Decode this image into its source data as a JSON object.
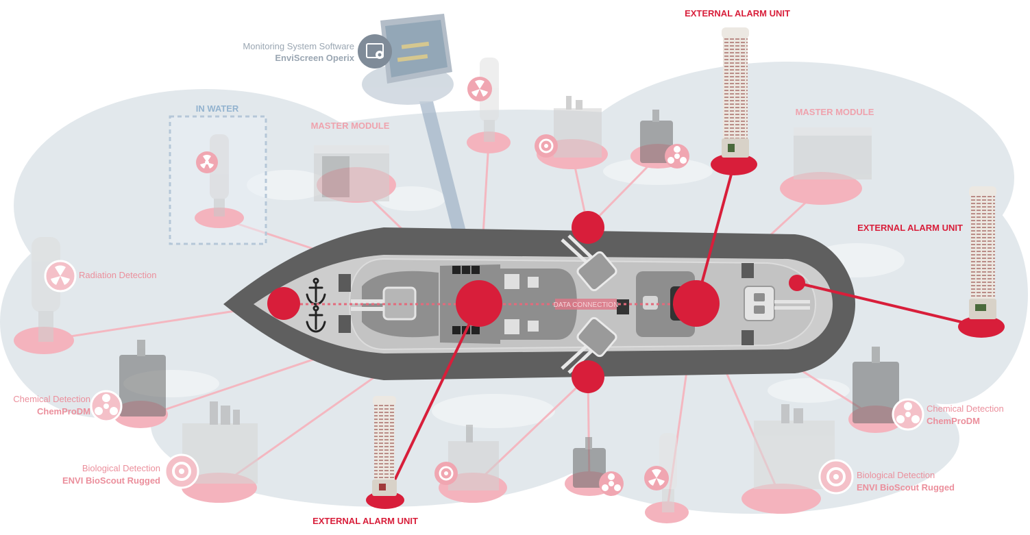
{
  "labels": {
    "external_alarm_top": "EXTERNAL ALARM UNIT",
    "external_alarm_right": "EXTERNAL ALARM UNIT",
    "external_alarm_bottom": "EXTERNAL ALARM UNIT",
    "master_module_left": "MASTER MODULE",
    "master_module_right": "MASTER MODULE",
    "in_water": "IN WATER",
    "monitoring_software_line1": "Monitoring System Software",
    "monitoring_software_line2": "EnviScreen Operix",
    "radiation_detection": "Radiation Detection",
    "chemical_left_line1": "Chemical Detection",
    "chemical_left_line2": "ChemProDM",
    "biological_left_line1": "Biological Detection",
    "biological_left_line2": "ENVI BioScout Rugged",
    "chemical_right_line1": "Chemical Detection",
    "chemical_right_line2": "ChemProDM",
    "biological_right_line1": "Biological Detection",
    "biological_right_line2": "ENVI BioScout Rugged",
    "data_connection": "DATA CONNECTION"
  },
  "colors": {
    "accent_red": "#d81e3a",
    "faded_pink": "#f4b3bd",
    "hull_dark": "#5b5b5b",
    "deck_grey": "#c9c9c9",
    "sea": "#dfe6ea"
  },
  "icons": [
    "anchor-icon",
    "radiation-icon",
    "biohazard-icon",
    "chemical-icon",
    "software-gear-icon"
  ]
}
